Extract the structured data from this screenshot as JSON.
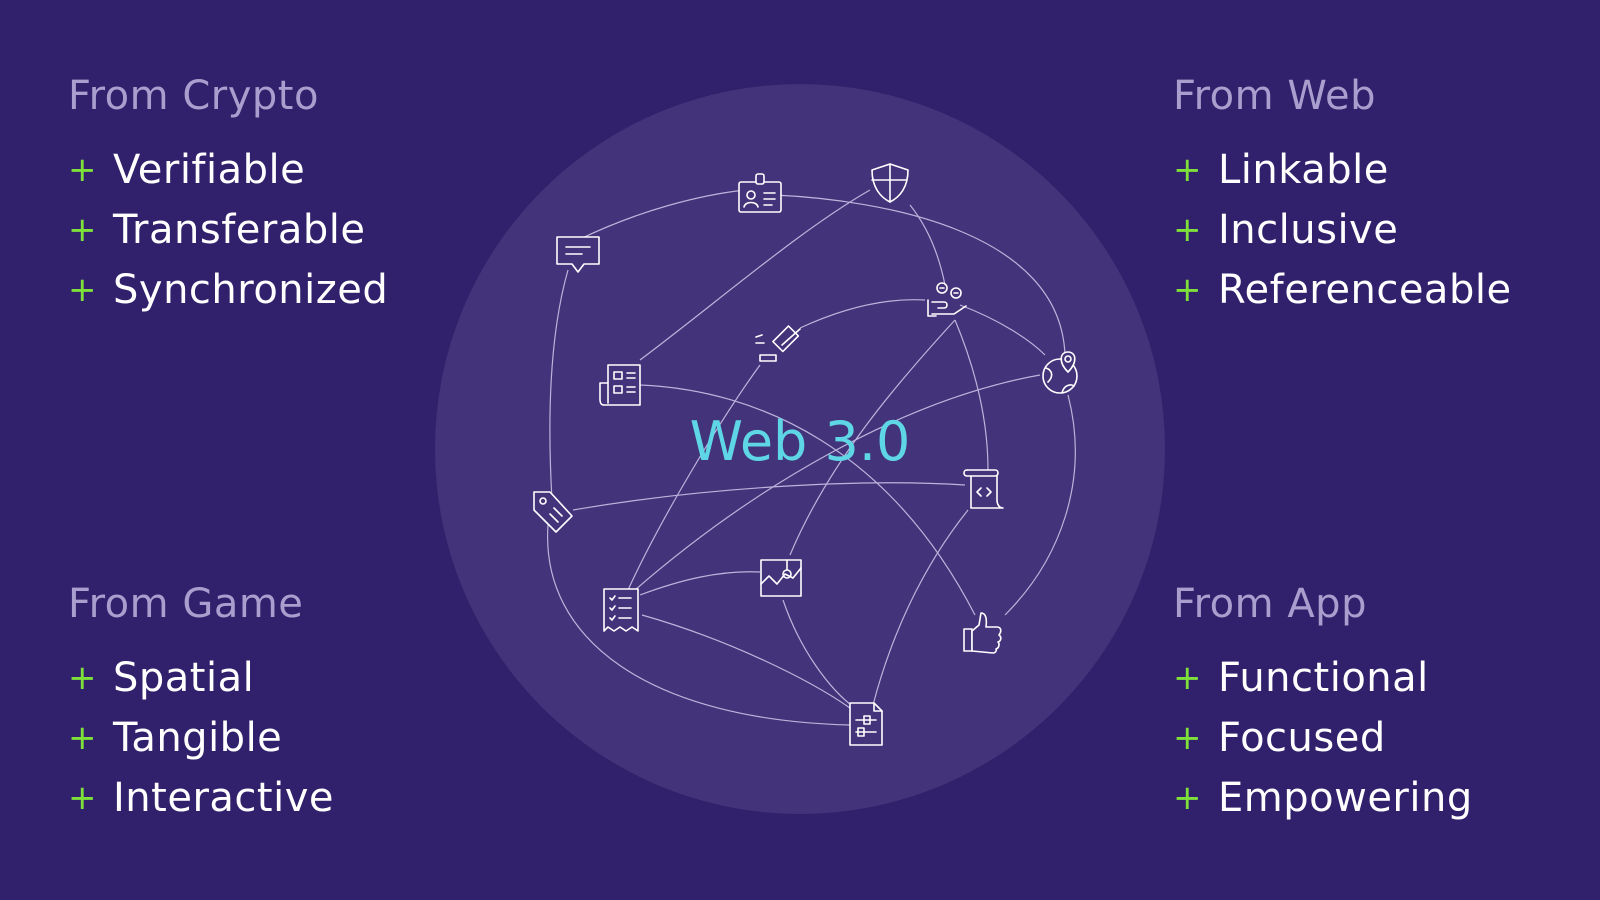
{
  "diagram": {
    "center_label": "Web 3.0",
    "circle_color": "#43337a",
    "line_color": "#c9c3e6",
    "accent_plus_color": "#7ee13b",
    "nodes": [
      {
        "icon": "id-badge-icon"
      },
      {
        "icon": "shield-icon"
      },
      {
        "icon": "chat-bubble-icon"
      },
      {
        "icon": "hand-coins-icon"
      },
      {
        "icon": "gavel-icon"
      },
      {
        "icon": "newspaper-icon"
      },
      {
        "icon": "globe-location-icon"
      },
      {
        "icon": "price-tag-icon"
      },
      {
        "icon": "code-scroll-icon"
      },
      {
        "icon": "chart-image-icon"
      },
      {
        "icon": "checklist-receipt-icon"
      },
      {
        "icon": "thumbs-up-icon"
      },
      {
        "icon": "document-settings-icon"
      }
    ]
  },
  "groups": {
    "crypto": {
      "heading": "From Crypto",
      "items": [
        "Verifiable",
        "Transferable",
        "Synchronized"
      ]
    },
    "web": {
      "heading": "From Web",
      "items": [
        "Linkable",
        "Inclusive",
        "Referenceable"
      ]
    },
    "game": {
      "heading": "From Game",
      "items": [
        "Spatial",
        "Tangible",
        "Interactive"
      ]
    },
    "app": {
      "heading": "From App",
      "items": [
        "Functional",
        "Focused",
        "Empowering"
      ]
    }
  },
  "plus_symbol": "+"
}
